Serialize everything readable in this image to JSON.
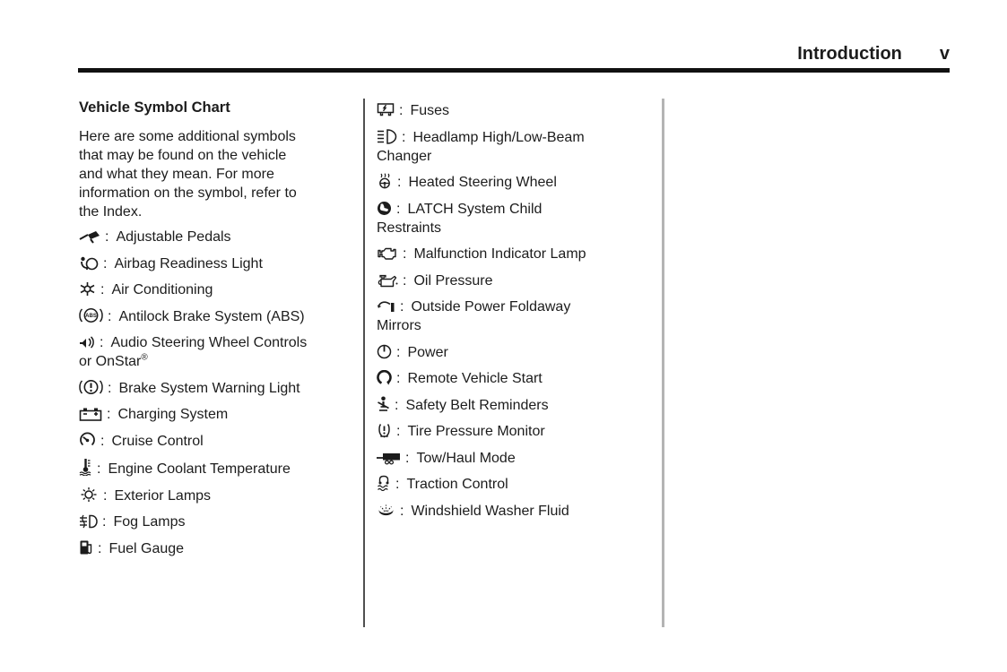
{
  "header": {
    "title": "Introduction",
    "page_number": "v"
  },
  "separator": ":",
  "colors": {
    "background": "#ffffff",
    "text": "#1c1c1c",
    "header_rule": "#111111",
    "divider_left": "#4f4f4f",
    "divider_right": "#b4b4b4"
  },
  "left_column": {
    "heading": "Vehicle Symbol Chart",
    "intro": "Here are some additional symbols\nthat may be found on the vehicle\nand what they mean. For more\ninformation on the symbol, refer to\nthe Index.",
    "items": [
      {
        "icon": "adjustable-pedals-icon",
        "label": "Adjustable Pedals"
      },
      {
        "icon": "airbag-readiness-icon",
        "label": "Airbag Readiness Light"
      },
      {
        "icon": "air-conditioning-icon",
        "label": "Air Conditioning"
      },
      {
        "icon": "abs-icon",
        "label": "Antilock Brake System (ABS)"
      },
      {
        "icon": "audio-steering-wheel-icon",
        "label": "Audio Steering Wheel Controls\nor OnStar",
        "sup": "®"
      },
      {
        "icon": "brake-warning-icon",
        "label": "Brake System Warning Light"
      },
      {
        "icon": "charging-system-icon",
        "label": "Charging System"
      },
      {
        "icon": "cruise-control-icon",
        "label": "Cruise Control"
      },
      {
        "icon": "coolant-temperature-icon",
        "label": "Engine Coolant Temperature"
      },
      {
        "icon": "exterior-lamps-icon",
        "label": "Exterior Lamps"
      },
      {
        "icon": "fog-lamps-icon",
        "label": "Fog Lamps"
      },
      {
        "icon": "fuel-gauge-icon",
        "label": "Fuel Gauge"
      }
    ]
  },
  "middle_column": {
    "items": [
      {
        "icon": "fuses-icon",
        "label": "Fuses"
      },
      {
        "icon": "headlamp-beam-icon",
        "label": "Headlamp High/Low-Beam\nChanger"
      },
      {
        "icon": "heated-steering-wheel-icon",
        "label": "Heated Steering Wheel"
      },
      {
        "icon": "latch-child-restraint-icon",
        "label": "LATCH System Child\nRestraints"
      },
      {
        "icon": "malfunction-indicator-icon",
        "label": "Malfunction Indicator Lamp"
      },
      {
        "icon": "oil-pressure-icon",
        "label": "Oil Pressure"
      },
      {
        "icon": "foldaway-mirrors-icon",
        "label": "Outside Power Foldaway\nMirrors"
      },
      {
        "icon": "power-icon",
        "label": "Power"
      },
      {
        "icon": "remote-vehicle-start-icon",
        "label": "Remote Vehicle Start"
      },
      {
        "icon": "safety-belt-icon",
        "label": "Safety Belt Reminders"
      },
      {
        "icon": "tire-pressure-icon",
        "label": "Tire Pressure Monitor"
      },
      {
        "icon": "tow-haul-icon",
        "label": "Tow/Haul Mode"
      },
      {
        "icon": "traction-control-icon",
        "label": "Traction Control"
      },
      {
        "icon": "washer-fluid-icon",
        "label": "Windshield Washer Fluid"
      }
    ]
  }
}
